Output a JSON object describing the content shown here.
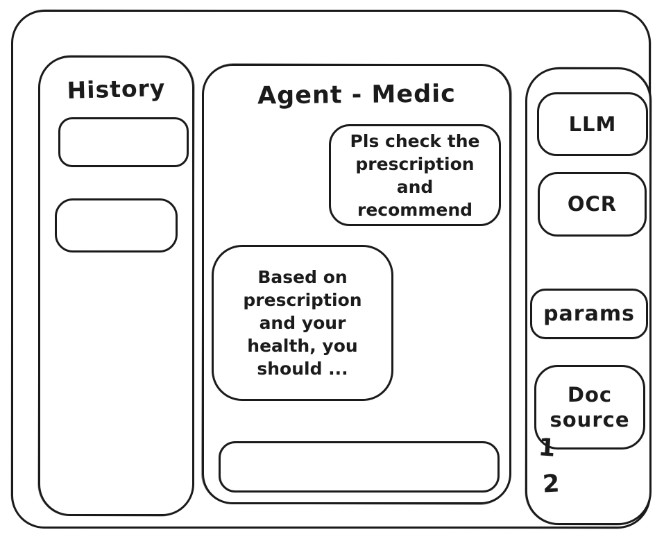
{
  "colors": {
    "ink": "#1b1b1b",
    "background": "#ffffff"
  },
  "history": {
    "title": "History",
    "items": [
      {
        "label": ""
      },
      {
        "label": ""
      }
    ]
  },
  "chat": {
    "title": "Agent - Medic",
    "messages": [
      {
        "role": "user",
        "text": "Pls check the prescription and recommend"
      },
      {
        "role": "assistant",
        "text": "Based on prescription and your health, you should ..."
      }
    ],
    "input": {
      "value": "",
      "placeholder": ""
    }
  },
  "tools": {
    "buttons": [
      {
        "id": "llm",
        "label": "LLM"
      },
      {
        "id": "ocr",
        "label": "OCR"
      },
      {
        "id": "params",
        "label": "params"
      },
      {
        "id": "doc-source",
        "label": "Doc source"
      }
    ],
    "doc_source_items": [
      "1",
      "2"
    ]
  }
}
